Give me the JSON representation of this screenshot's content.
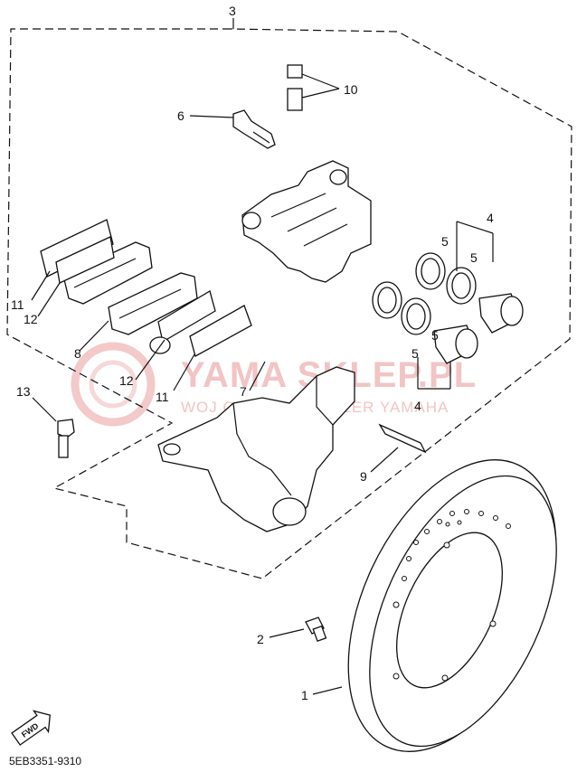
{
  "diagram_code": "5EB3351-9310",
  "watermark": {
    "title": "YAMA SKLEP.PL",
    "subtitle": "WOJ CHOWICZ DEALER YAMAHA"
  },
  "fwd_label": "FWD",
  "callouts": {
    "c1": "1",
    "c2": "2",
    "c3": "3",
    "c4a": "4",
    "c4b": "4",
    "c5a": "5",
    "c5b": "5",
    "c5c": "5",
    "c5d": "5",
    "c6": "6",
    "c7": "7",
    "c8": "8",
    "c9": "9",
    "c10": "10",
    "c11a": "11",
    "c11b": "11",
    "c12a": "12",
    "c12b": "12",
    "c13": "13"
  }
}
